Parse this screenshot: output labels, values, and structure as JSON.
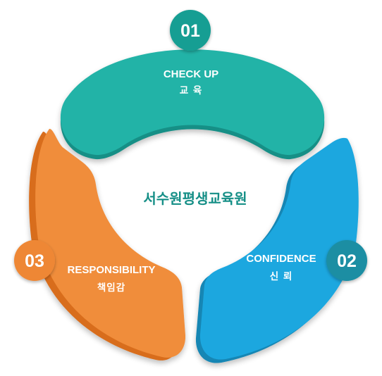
{
  "center": {
    "title": "서수원평생교육원"
  },
  "segments": [
    {
      "number": "01",
      "title": "CHECK UP",
      "subtitle": "교 육",
      "color": "#22b3a7",
      "color_dark": "#178f86",
      "badge_color": "#199e93"
    },
    {
      "number": "02",
      "title": "CONFIDENCE",
      "subtitle": "신 뢰",
      "color": "#1ea7df",
      "color_dark": "#1286b4",
      "badge_color": "#1a8ea3"
    },
    {
      "number": "03",
      "title": "RESPONSIBILITY",
      "subtitle": "책임감",
      "color": "#f08d3a",
      "color_dark": "#d86d1d",
      "badge_color": "#ee8736"
    }
  ]
}
